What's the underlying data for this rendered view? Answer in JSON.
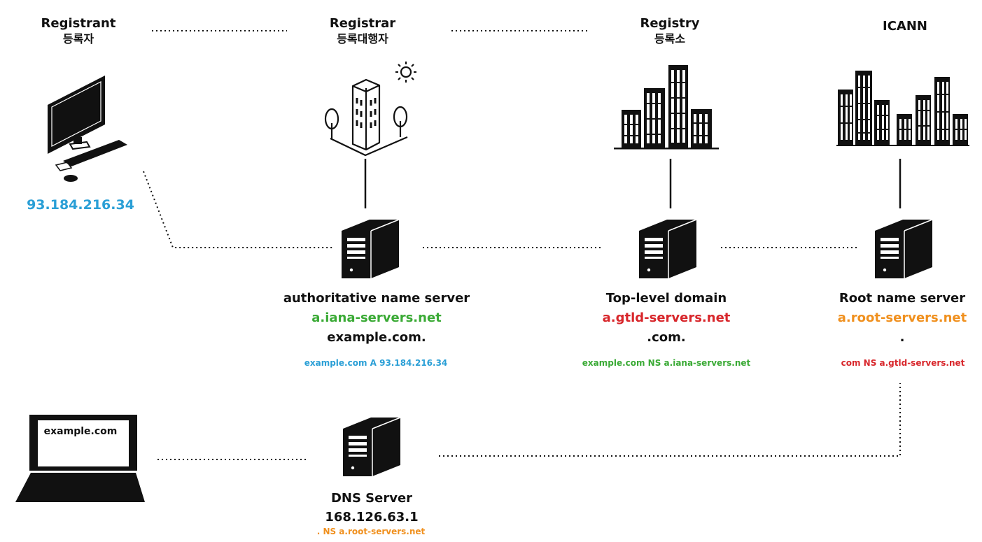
{
  "colors": {
    "blue": "#2a9fd6",
    "green": "#3aaa35",
    "red": "#d8262b",
    "orange": "#f0901e",
    "black": "#111111"
  },
  "roles": {
    "registrant": {
      "en": "Registrant",
      "ko": "등록자"
    },
    "registrar": {
      "en": "Registrar",
      "ko": "등록대행자"
    },
    "registry": {
      "en": "Registry",
      "ko": "등록소"
    },
    "icann": {
      "en": "ICANN"
    }
  },
  "registrant_ip": "93.184.216.34",
  "servers": {
    "authoritative": {
      "title": "authoritative name server",
      "host": "a.iana-servers.net",
      "zone": "example.com.",
      "record": "example.com  A  93.184.216.34"
    },
    "tld": {
      "title": "Top-level domain",
      "host": "a.gtld-servers.net",
      "zone": ".com.",
      "record": "example.com  NS  a.iana-servers.net"
    },
    "root": {
      "title": "Root name server",
      "host": "a.root-servers.net",
      "zone": ".",
      "record": "com  NS  a.gtld-servers.net"
    },
    "dns": {
      "title": "DNS Server",
      "ip": "168.126.63.1",
      "record": ".  NS  a.root-servers.net"
    }
  },
  "laptop_screen_text": "example.com",
  "icons": {
    "desktop": "desktop-computer-icon",
    "laptop": "laptop-icon",
    "office": "office-building-icon",
    "sun": "sun-icon",
    "tree": "tree-icon",
    "city": "city-buildings-icon",
    "server": "server-tower-icon"
  }
}
